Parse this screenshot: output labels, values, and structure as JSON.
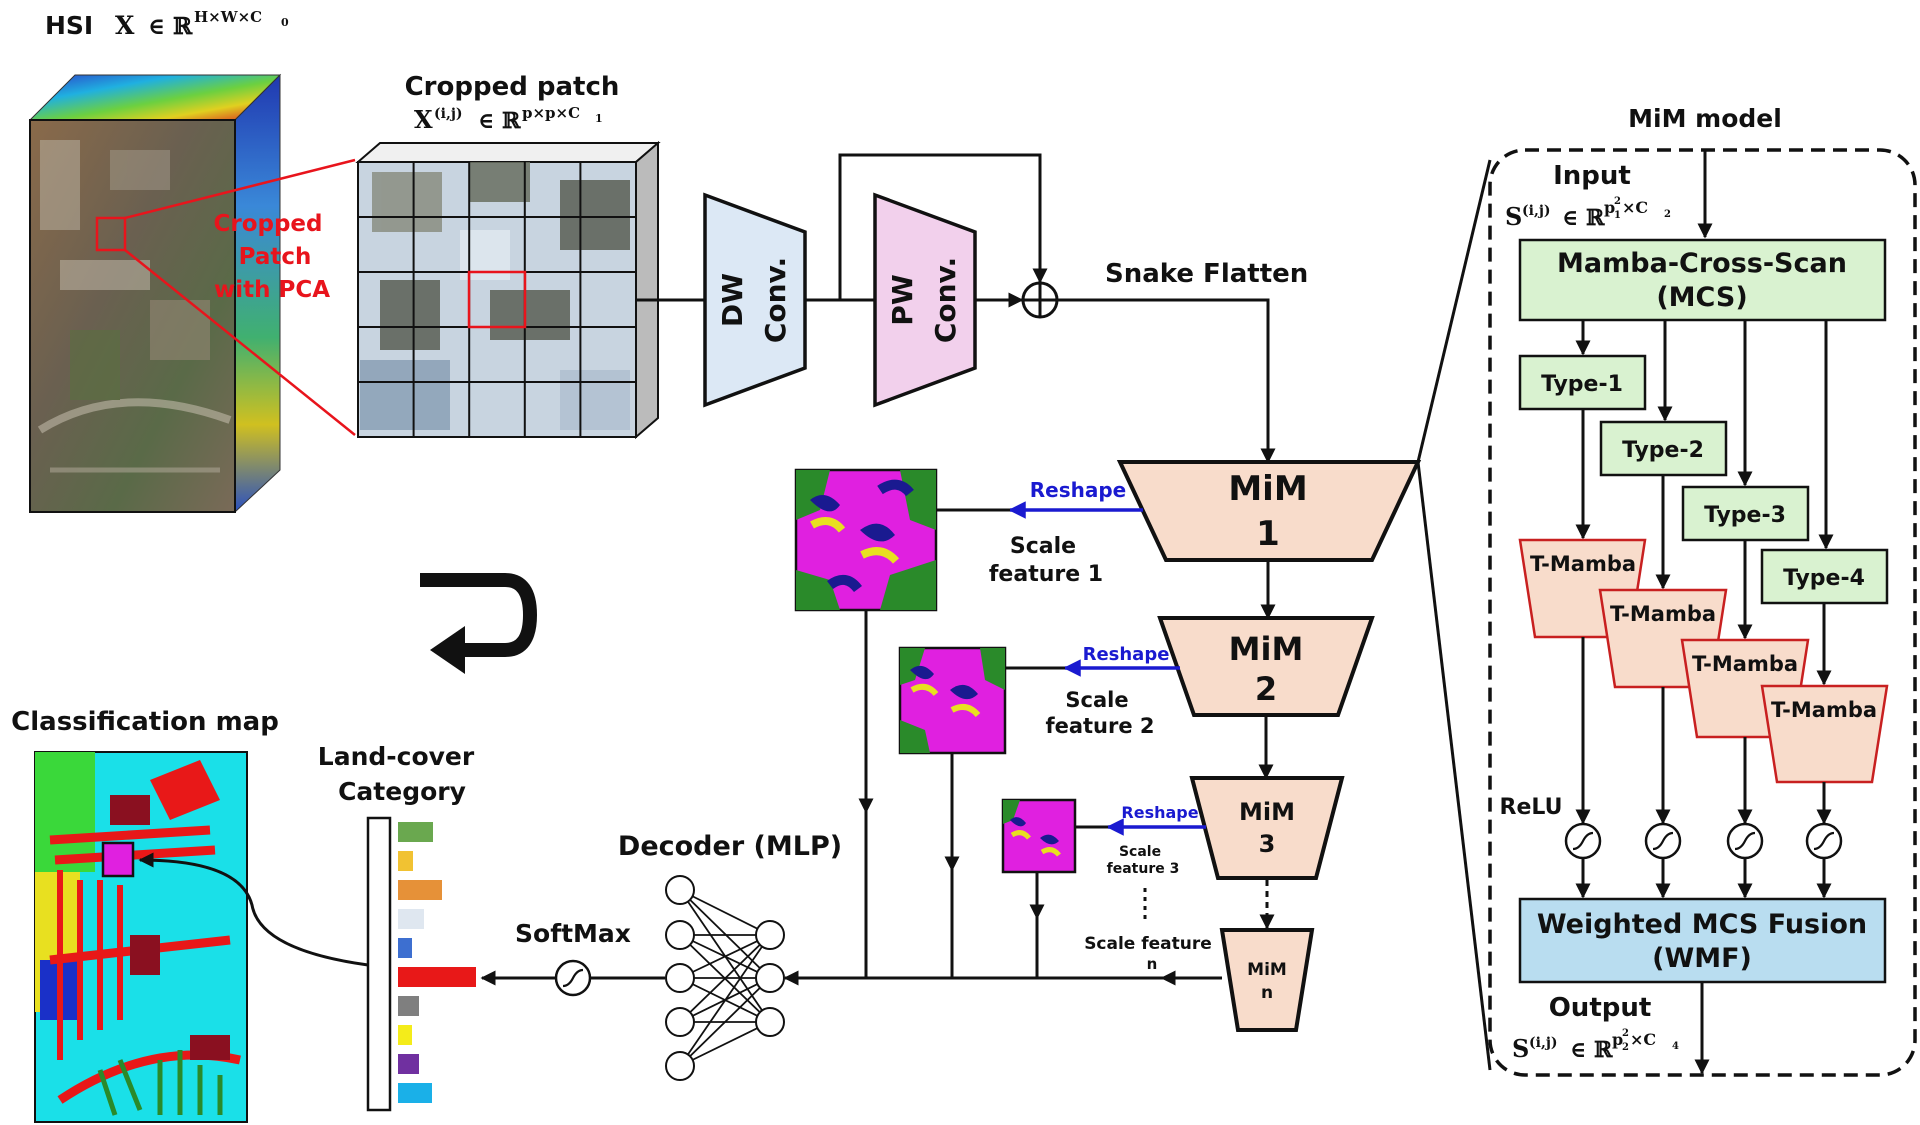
{
  "hsi": {
    "label": "HSI",
    "symbol": "X",
    "set": "∈ ℝ",
    "dims": "H×W×C",
    "dims_sub": "0"
  },
  "patch": {
    "title": "Cropped patch",
    "symbol": "X",
    "idx": "(i,j)",
    "set": "∈ ℝ",
    "dims": "p×p×C",
    "dims_sub": "1",
    "red_text": [
      "Cropped",
      "Patch",
      "with PCA"
    ]
  },
  "conv": {
    "dw": [
      "DW",
      "Conv."
    ],
    "pw": [
      "PW",
      "Conv."
    ],
    "flatten": "Snake Flatten"
  },
  "mim_blocks": [
    {
      "title": "MiM",
      "num": "1"
    },
    {
      "title": "MiM",
      "num": "2"
    },
    {
      "title": "MiM",
      "num": "3"
    },
    {
      "title": "MiM",
      "num": "n"
    }
  ],
  "reshape_label": "Reshape",
  "scale_features": [
    [
      "Scale",
      "feature 1"
    ],
    [
      "Scale",
      "feature 2"
    ],
    [
      "Scale",
      "feature 3"
    ],
    [
      "Scale feature",
      "n"
    ]
  ],
  "decoder": {
    "label": "Decoder (MLP)",
    "softmax": "SoftMax"
  },
  "category": {
    "label": [
      "Land-cover",
      "Category"
    ]
  },
  "classification": {
    "label": "Classification map"
  },
  "mim_model": {
    "title": "MiM model",
    "input": "Input",
    "input_sym": "S",
    "input_idx": "(i,j)",
    "input_set": "∈ ℝ",
    "input_dims": "p",
    "input_dims_rest": "×C",
    "input_c_sub": "2",
    "input_p_sub": "1",
    "input_p_sup": "2",
    "mcs": [
      "Mamba-Cross-Scan",
      "(MCS)"
    ],
    "types": [
      "Type-1",
      "Type-2",
      "Type-3",
      "Type-4"
    ],
    "tmamba": "T-Mamba",
    "relu": "ReLU",
    "wmf": [
      "Weighted MCS Fusion",
      "(WMF)"
    ],
    "output": "Output",
    "output_sym": "S",
    "output_idx": "(i,j)",
    "output_set": "∈ ℝ",
    "output_dims": "p",
    "output_dims_rest": "×C",
    "output_c_sub": "4",
    "output_p_sub": "2",
    "output_p_sup": "2"
  },
  "colors": {
    "mim_fill": "#f8dccb",
    "dw_fill": "#dce8f5",
    "pw_fill": "#f2d0ec",
    "type_fill": "#d9f2d0",
    "wmf_fill": "#b9ddf0",
    "arrow_blue": "#1a1ad0",
    "patch_red": "#e8141c"
  }
}
